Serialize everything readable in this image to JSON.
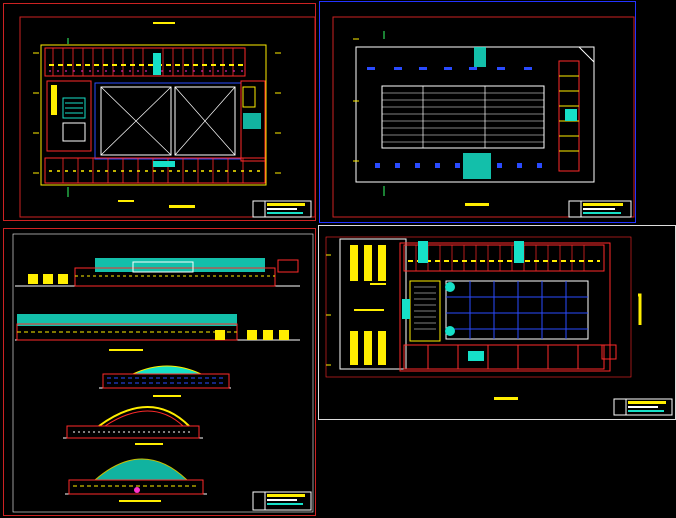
{
  "colors": {
    "background": "#000000",
    "sheet_border_red": "#cc2222",
    "sheet_border_blue": "#2233ff",
    "sheet_border_white": "#dddddd",
    "title_yellow": "#ffee00",
    "wall_yellow": "#ffee00",
    "wall_red": "#ff2a2a",
    "fill_cyan": "#16e0c8",
    "line_white": "#ffffff",
    "accent_blue": "#2a4bff",
    "accent_magenta": "#ff33cc",
    "accent_green": "#33ff66"
  },
  "sheets": [
    {
      "id": "top-left",
      "content": "ground-floor-plan"
    },
    {
      "id": "top-right",
      "content": "roof-plan"
    },
    {
      "id": "bottom-left",
      "content": "elevations-and-sections"
    },
    {
      "id": "bottom-right",
      "content": "first-floor-plan"
    }
  ]
}
